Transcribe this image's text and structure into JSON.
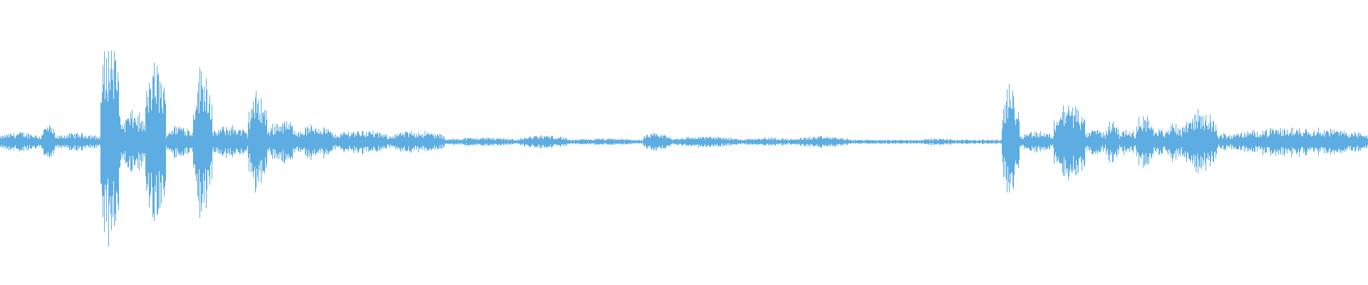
{
  "waveform": {
    "color": "#5dade2",
    "background": "#ffffff",
    "baseline_amplitude": 0.02,
    "segments": [
      {
        "start": 0.0,
        "end": 0.03,
        "amplitude": 0.09
      },
      {
        "start": 0.03,
        "end": 0.04,
        "amplitude": 0.16
      },
      {
        "start": 0.04,
        "end": 0.073,
        "amplitude": 0.08
      },
      {
        "start": 0.073,
        "end": 0.088,
        "amplitude": 0.95
      },
      {
        "start": 0.088,
        "end": 0.106,
        "amplitude": 0.28
      },
      {
        "start": 0.106,
        "end": 0.121,
        "amplitude": 0.72
      },
      {
        "start": 0.121,
        "end": 0.141,
        "amplitude": 0.16
      },
      {
        "start": 0.141,
        "end": 0.155,
        "amplitude": 0.7
      },
      {
        "start": 0.155,
        "end": 0.181,
        "amplitude": 0.15
      },
      {
        "start": 0.181,
        "end": 0.195,
        "amplitude": 0.45
      },
      {
        "start": 0.195,
        "end": 0.218,
        "amplitude": 0.2
      },
      {
        "start": 0.218,
        "end": 0.243,
        "amplitude": 0.16
      },
      {
        "start": 0.243,
        "end": 0.283,
        "amplitude": 0.11
      },
      {
        "start": 0.283,
        "end": 0.325,
        "amplitude": 0.1
      },
      {
        "start": 0.325,
        "end": 0.38,
        "amplitude": 0.04
      },
      {
        "start": 0.38,
        "end": 0.415,
        "amplitude": 0.06
      },
      {
        "start": 0.415,
        "end": 0.47,
        "amplitude": 0.03
      },
      {
        "start": 0.47,
        "end": 0.49,
        "amplitude": 0.08
      },
      {
        "start": 0.49,
        "end": 0.54,
        "amplitude": 0.05
      },
      {
        "start": 0.54,
        "end": 0.58,
        "amplitude": 0.04
      },
      {
        "start": 0.58,
        "end": 0.62,
        "amplitude": 0.05
      },
      {
        "start": 0.62,
        "end": 0.67,
        "amplitude": 0.02
      },
      {
        "start": 0.67,
        "end": 0.7,
        "amplitude": 0.03
      },
      {
        "start": 0.7,
        "end": 0.732,
        "amplitude": 0.02
      },
      {
        "start": 0.732,
        "end": 0.745,
        "amplitude": 0.5
      },
      {
        "start": 0.745,
        "end": 0.77,
        "amplitude": 0.1
      },
      {
        "start": 0.77,
        "end": 0.793,
        "amplitude": 0.36
      },
      {
        "start": 0.793,
        "end": 0.808,
        "amplitude": 0.12
      },
      {
        "start": 0.808,
        "end": 0.818,
        "amplitude": 0.2
      },
      {
        "start": 0.818,
        "end": 0.83,
        "amplitude": 0.12
      },
      {
        "start": 0.83,
        "end": 0.843,
        "amplitude": 0.26
      },
      {
        "start": 0.843,
        "end": 0.852,
        "amplitude": 0.12
      },
      {
        "start": 0.852,
        "end": 0.864,
        "amplitude": 0.18
      },
      {
        "start": 0.864,
        "end": 0.89,
        "amplitude": 0.28
      },
      {
        "start": 0.89,
        "end": 0.9,
        "amplitude": 0.08
      },
      {
        "start": 0.9,
        "end": 1.0,
        "amplitude": 0.13
      }
    ]
  }
}
